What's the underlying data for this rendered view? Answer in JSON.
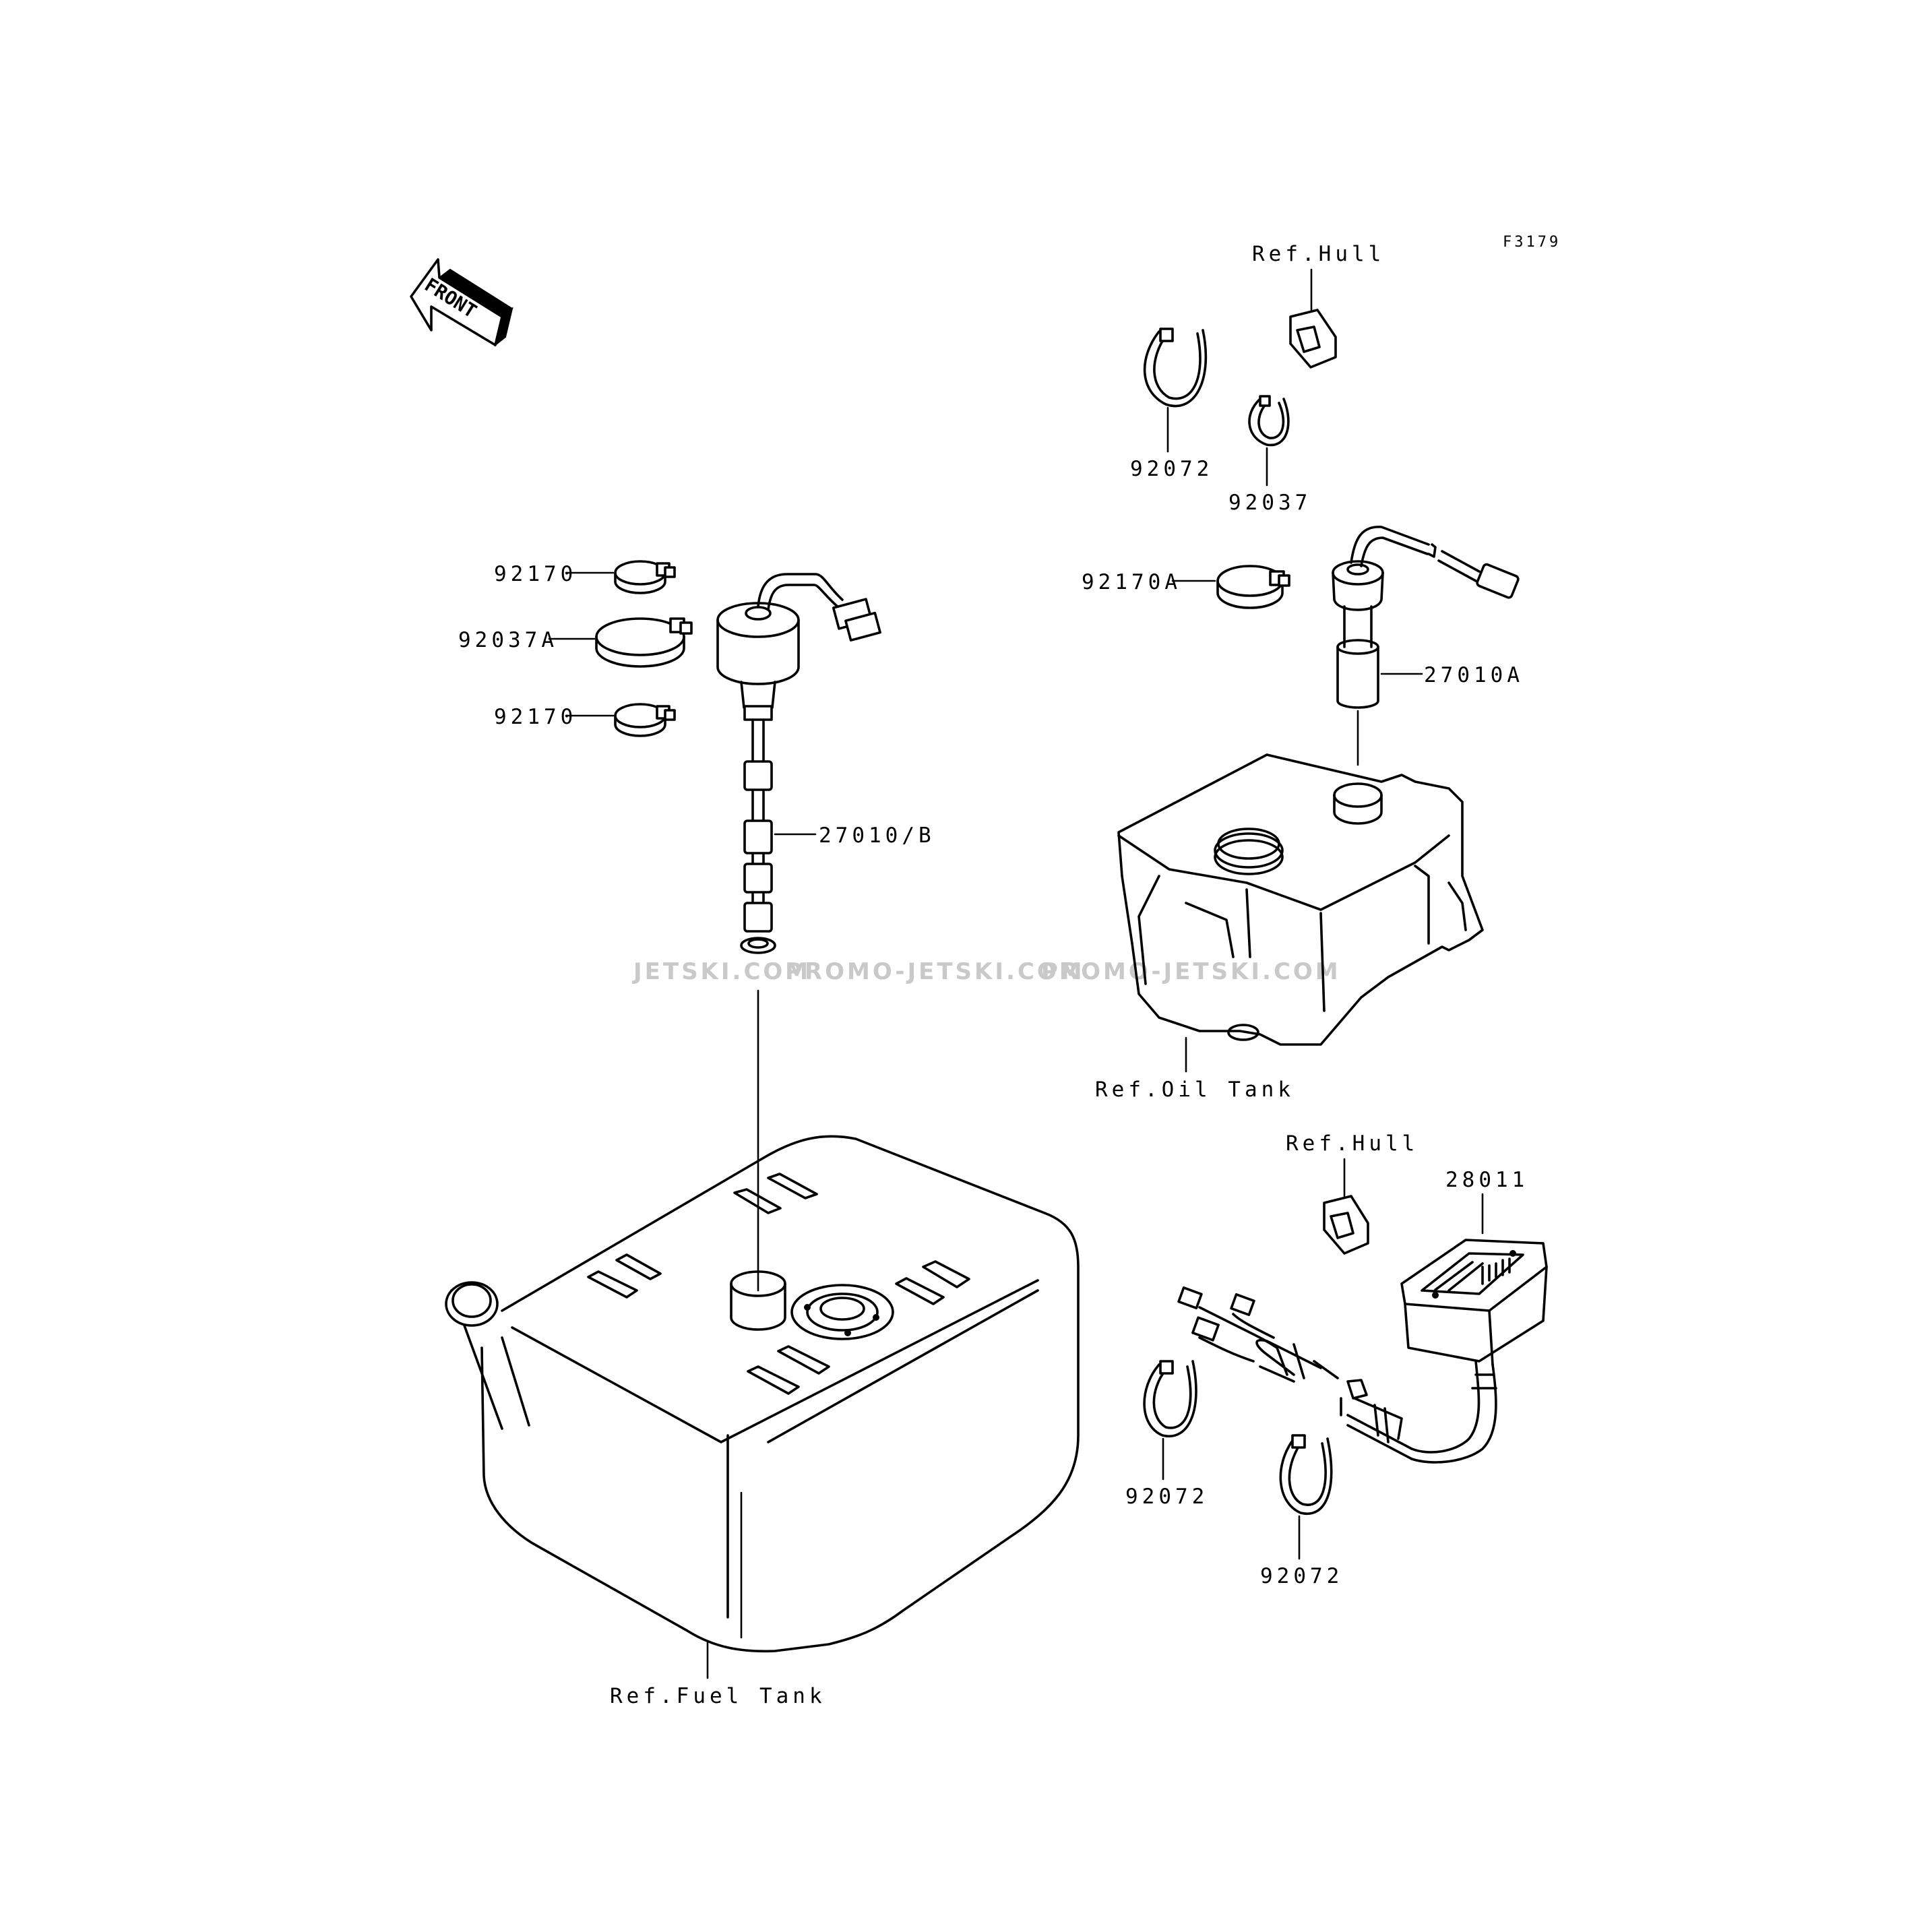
{
  "figure_code": "F3179",
  "direction_marker": "FRONT",
  "watermarks": [
    "JETSKI.COM",
    "PROMO-JETSKI.COM",
    "PROMO-JETSKI.COM"
  ],
  "part_labels": {
    "clamp_92170_top": "92170",
    "clamp_92037A": "92037A",
    "clamp_92170_bottom": "92170",
    "fuel_gauge_27010B": "27010/B",
    "ref_fuel_tank": "Ref.Fuel Tank",
    "ref_hull_top": "Ref.Hull",
    "band_92072_top": "92072",
    "clamp_92037": "92037",
    "clamp_92170A": "92170A",
    "oil_gauge_27010A": "27010A",
    "ref_oil_tank": "Ref.Oil Tank",
    "ref_hull_bottom": "Ref.Hull",
    "meter_28011": "28011",
    "band_92072_left": "92072",
    "band_92072_right": "92072"
  }
}
